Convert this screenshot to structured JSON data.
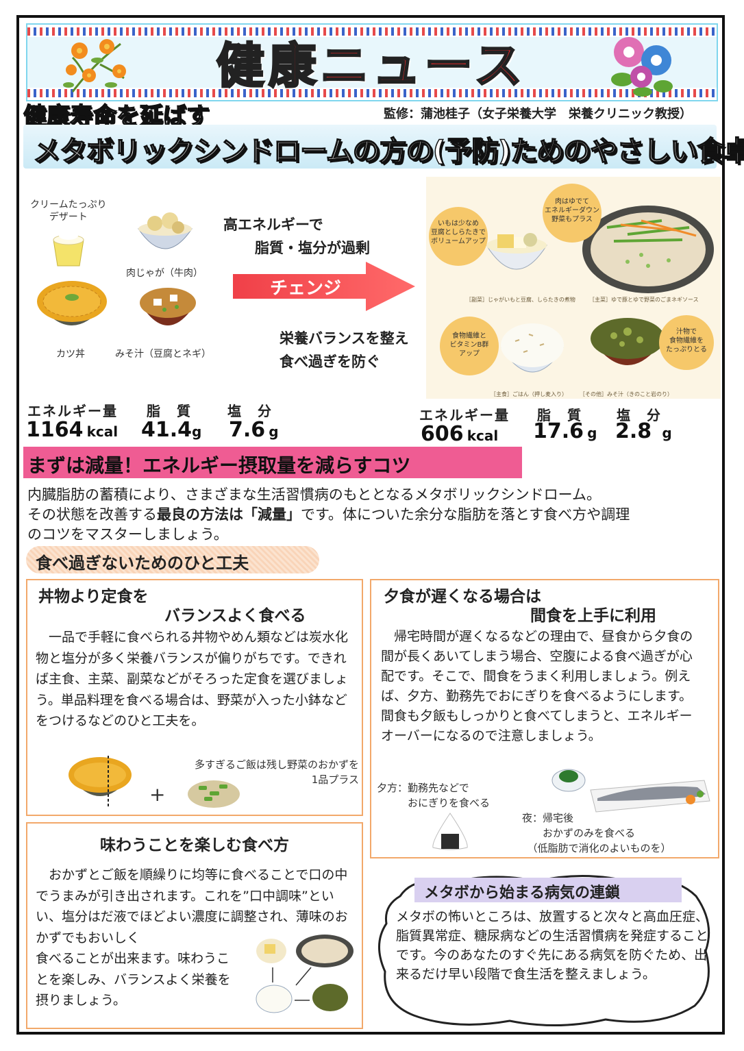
{
  "header": {
    "title": "健康ニュース",
    "subtitle": "健康寿命を延ばす",
    "supervisor": "監修：蒲池桂子（女子栄養大学　栄養クリニック教授）",
    "headline": "メタボリックシンドロームの方の(予防)ためのやさしい食卓"
  },
  "before": {
    "dessert_label": "クリームたっぷり\nデザート",
    "nikujaga_label": "肉じゃが（牛肉）",
    "katsudon_label": "カツ丼",
    "misoshiru_label": "みそ汁（豆腐とネギ）",
    "energy_label": "エネルギー量",
    "fat_label": "脂　質",
    "salt_label": "塩　分",
    "energy_value": "1164",
    "energy_unit": "kcal",
    "fat_value": "41.4",
    "fat_unit": "g",
    "salt_value": "7.6",
    "salt_unit": "g"
  },
  "middle": {
    "problem_line1": "高エネルギーで",
    "problem_line2": "脂質・塩分が過剰",
    "arrow_label": "チェンジ",
    "goal_line1": "栄養バランスを整え",
    "goal_line2": "食べ過ぎを防ぐ"
  },
  "after": {
    "callout1": "いもは少なめ\n豆腐としらたきで\nボリュームアップ",
    "callout2": "肉はゆでて\nエネルギーダウン\n野菜もプラス",
    "callout3": "食物繊維と\nビタミンB群\nアップ",
    "callout4": "汁物で\n食物繊維を\nたっぷりとる",
    "caption1": "［副菜］じゃがいもと豆腐、しらたきの煮物",
    "caption2": "［主菜］ゆで豚とゆで野菜のごまネギソース",
    "caption3": "［主食］ごはん（押し麦入り）",
    "caption4": "［その他］みそ汁（きのこと岩のり）",
    "energy_label": "エネルギー量",
    "fat_label": "脂　質",
    "salt_label": "塩　分",
    "energy_value": "606",
    "energy_unit": "kcal",
    "fat_value": "17.6",
    "fat_unit": "g",
    "salt_value": "2.8",
    "salt_unit": "g"
  },
  "section": {
    "heading": "まずは減量！エネルギー摂取量を減らすコツ",
    "intro_line1": "内臓脂肪の蓄積により、さまざまな生活習慣病のもととなるメタボリックシンドローム。",
    "intro_line2a": "その状態を改善する",
    "intro_line2b": "最良の方法は「減量」",
    "intro_line2c": "です。体についた余分な脂肪を落とす食べ方や調理",
    "intro_line3": "のコツをマスターしましょう。",
    "pill": "食べ過ぎないためのひと工夫"
  },
  "box1": {
    "title_line1": "丼物より定食を",
    "title_line2": "バランスよく食べる",
    "body": "　一品で手軽に食べられる丼物やめん類などは炭水化物と塩分が多く栄養バランスが偏りがちです。できれば主食、主菜、副菜などがそろった定食を選びましょう。単品料理を食べる場合は、野菜が入った小鉢などをつけるなどのひと工夫を。",
    "note": "多すぎるご飯は残し野菜のおかずを\n1品プラス",
    "plus": "+"
  },
  "box2": {
    "title": "味わうことを楽しむ食べ方",
    "body_top": "　おかずとご飯を順繰りに均等に食べることで口の中でうまみが引き出されます。これを”口中調味”といい、塩分はだ液でほどよい濃度に調整され、薄味のおかずでもおいしく",
    "body_bottom": "食べることが出来ます。味わうことを楽しみ、バランスよく栄養を摂りましょう。"
  },
  "box3": {
    "title_line1": "夕食が遅くなる場合は",
    "title_line2": "間食を上手に利用",
    "body": "　帰宅時間が遅くなるなどの理由で、昼食から夕食の間が長くあいてしまう場合、空腹による食べ過ぎが心配です。そこで、間食をうまく利用しましょう。例えば、夕方、勤務先でおにぎりを食べるようにします。間食も夕飯もしっかりと食べてしまうと、エネルギーオーバーになるので注意しましょう。",
    "evening_label": "夕方：勤務先などで\n　　　おにぎりを食べる",
    "night_label": "夜：帰宅後\n　　おかずのみを食べる\n　（低脂肪で消化のよいものを）"
  },
  "chain": {
    "title": "メタボから始まる病気の連鎖",
    "body": "メタボの怖いところは、放置すると次々と高血圧症、脂質異常症、糖尿病などの生活習慣病を発症することです。今のあなたのすぐ先にある病気を防ぐため、出来るだけ早い段階で食生活を整えましょう。"
  },
  "colors": {
    "title_red": "#e02a2a",
    "banner_blue": "#7fd6ee",
    "section_pink": "#ef5c93",
    "arrow_red": "#ee2633",
    "box_orange": "#f2a86a",
    "chain_lavender": "#d9d0f0"
  }
}
